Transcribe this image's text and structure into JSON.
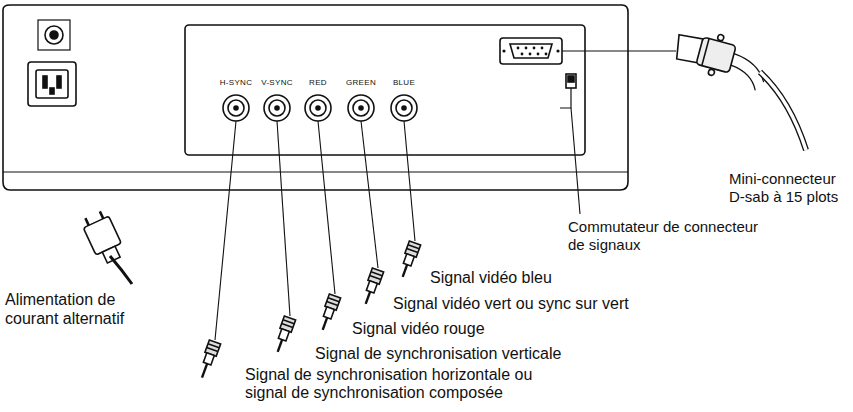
{
  "diagram": {
    "labels": [
      "H-SYNC",
      "V-SYNC",
      "RED",
      "GREEN",
      "BLUE",
      "Mini-connecteur D-sab à 15 plots",
      "Commutateur de connecteur de signaux",
      "Signal vidéo bleu",
      "Signal vidéo vert ou sync sur vert",
      "Signal vidéo rouge",
      "Signal de synchronisation verticale",
      "Signal de synchronisation horizontale ou signal de synchronisation composée",
      "Alimentation de courant alternatif"
    ]
  }
}
